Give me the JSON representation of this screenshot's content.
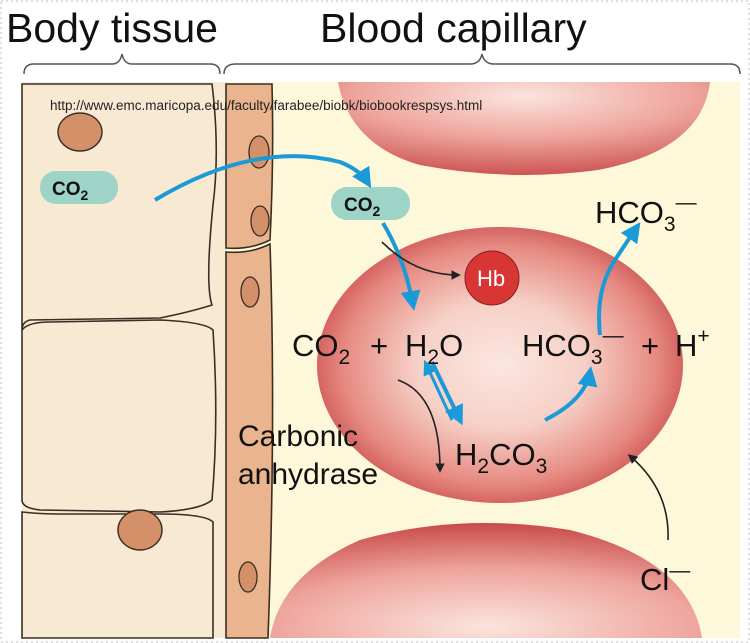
{
  "headers": {
    "left": "Body tissue",
    "right": "Blood capillary"
  },
  "source_url": "http://www.emc.maricopa.edu/faculty/farabee/biobk/biobookrespsys.html",
  "labels": {
    "co2_tissue": {
      "base": "CO",
      "sub": "2"
    },
    "co2_capillary": {
      "base": "CO",
      "sub": "2"
    },
    "hb": "Hb",
    "hco3_out": {
      "base": "HCO",
      "sub": "3",
      "sup": "—"
    },
    "reactant_co2": {
      "base": "CO",
      "sub": "2"
    },
    "plus1": "+",
    "reactant_h2o": {
      "h": "H",
      "sub": "2",
      "o": "O"
    },
    "product_hco3": {
      "base": "HCO",
      "sub": "3",
      "sup": "—"
    },
    "plus2": "+",
    "product_h": {
      "base": "H",
      "sup": "+"
    },
    "h2co3": {
      "h": "H",
      "sub": "2",
      "rest": "CO",
      "sub2": "3"
    },
    "enzyme_line1": "Carbonic",
    "enzyme_line2": "anhydrase",
    "chloride": {
      "base": "Cl",
      "sup": "—"
    }
  },
  "colors": {
    "tissue_fill": "#f8ead2",
    "capillary_fill": "#fdf8d9",
    "wall_fill": "#e9b48e",
    "nucleus_fill": "#d49069",
    "rbc_fill": "#d9615e",
    "rbc_center": "#fae3dc",
    "arrow_blue": "#1a9ad6",
    "co2_pill": "#9ed3c8",
    "hb_fill": "#d83634"
  }
}
